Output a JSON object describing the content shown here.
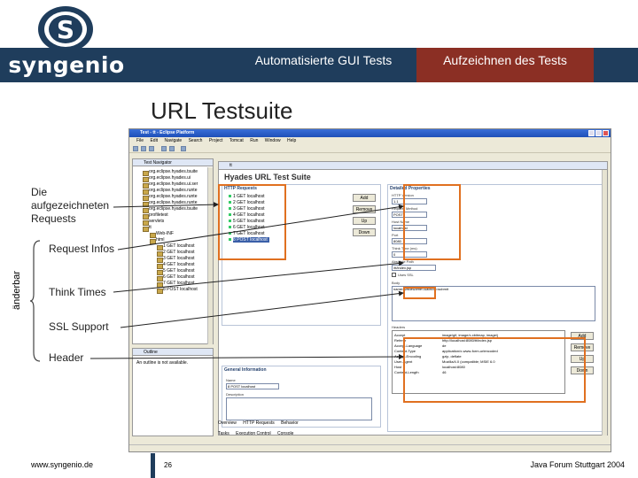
{
  "header": {
    "logo_text": "syngenio",
    "logo_letter": "S",
    "tab1": "Automatisierte GUI Tests",
    "tab2": "Aufzeichnen des Tests",
    "colors": {
      "band": "#1f3d5c",
      "active_tab": "#8b2f24",
      "highlight": "#e07020"
    }
  },
  "slide_title": "URL Testsuite",
  "ide": {
    "window_title": "Test - tt - Eclipse Platform",
    "menu": [
      "File",
      "Edit",
      "Navigate",
      "Search",
      "Project",
      "Tomcat",
      "Run",
      "Window",
      "Help"
    ],
    "navigator_tab": "Test Navigator",
    "navigator_items": [
      "org.eclipse.hyades.tsuite",
      "org.eclipse.hyades.ui",
      "org.eclipse.hyades.ui.ser",
      "org.eclipse.hyades.runte",
      "org.eclipse.hyades.runte",
      "org.eclipse.hyades.runte",
      "org.eclipse.hyades.tsuite",
      "profiletest",
      "servlets",
      "tt",
      "Web-INF",
      "html",
      "1 GET localhost",
      "2 GET localhost",
      "3 GET localhost",
      "4 GET localhost",
      "5 GET localhost",
      "6 GET localhost",
      "7 GET localhost",
      "8 POST localhost"
    ],
    "outline_tab": "Outline",
    "outline_text": "An outline is not available.",
    "editor_tab": "tt",
    "editor_header": "Hyades URL Test Suite",
    "http_requests_title": "HTTP Requests",
    "requests": [
      "1 GET localhost",
      "2 GET localhost",
      "3 GET localhost",
      "4 GET localhost",
      "5 GET localhost",
      "6 GET localhost",
      "7 GET localhost",
      "8 POST localhost"
    ],
    "side_buttons": [
      "Add",
      "Remove",
      "Up",
      "Down"
    ],
    "general_info_title": "General Information",
    "general_name_label": "Name",
    "general_name_value": "8 POST localhost",
    "general_desc_label": "Description",
    "detailed_props_title": "Detailed Properties",
    "props": [
      {
        "label": "HTTP Version",
        "value": "1.1"
      },
      {
        "label": "Request Method",
        "value": "POST"
      },
      {
        "label": "Host Name",
        "value": "localhost"
      },
      {
        "label": "Port",
        "value": "8080"
      },
      {
        "label": "Think Time (ms)",
        "value": "0"
      },
      {
        "label": "Absolute Path",
        "value": "/tt/index.jsp"
      }
    ],
    "uses_ssl_label": "Uses SSL",
    "body_label": "Body",
    "body_value": "name=value&time=&action=submit",
    "headers_label": "Headers",
    "header_rows": [
      [
        "Accept",
        "image/gif, image/x-xbitmap, image/j"
      ],
      [
        "Referer",
        "http://localhost:8080/tt/index.jsp"
      ],
      [
        "Accept-Language",
        "de"
      ],
      [
        "Content-Type",
        "application/x-www-form-urlencoded"
      ],
      [
        "Accept-Encoding",
        "gzip, deflate"
      ],
      [
        "User-Agent",
        "Mozilla/4.0 (compatible; MSIE 6.0"
      ],
      [
        "Host",
        "localhost:8080"
      ],
      [
        "Content-Length",
        "46"
      ]
    ],
    "header_buttons": [
      "Add",
      "Remove",
      "Up",
      "Down"
    ],
    "bottom_tabs": [
      "Overview",
      "HTTP Requests",
      "Behavior"
    ],
    "bottom_views": [
      "Tasks",
      "Execution Control",
      "Console"
    ]
  },
  "callouts": {
    "recorded_requests": "Die aufgezeichneten Requests",
    "request_infos": "Request Infos",
    "changeable": "änderbar",
    "think_times": "Think Times",
    "ssl_support": "SSL Support",
    "header": "Header"
  },
  "footer": {
    "website": "www.syngenio.de",
    "page": "26",
    "event": "Java Forum Stuttgart 2004"
  }
}
